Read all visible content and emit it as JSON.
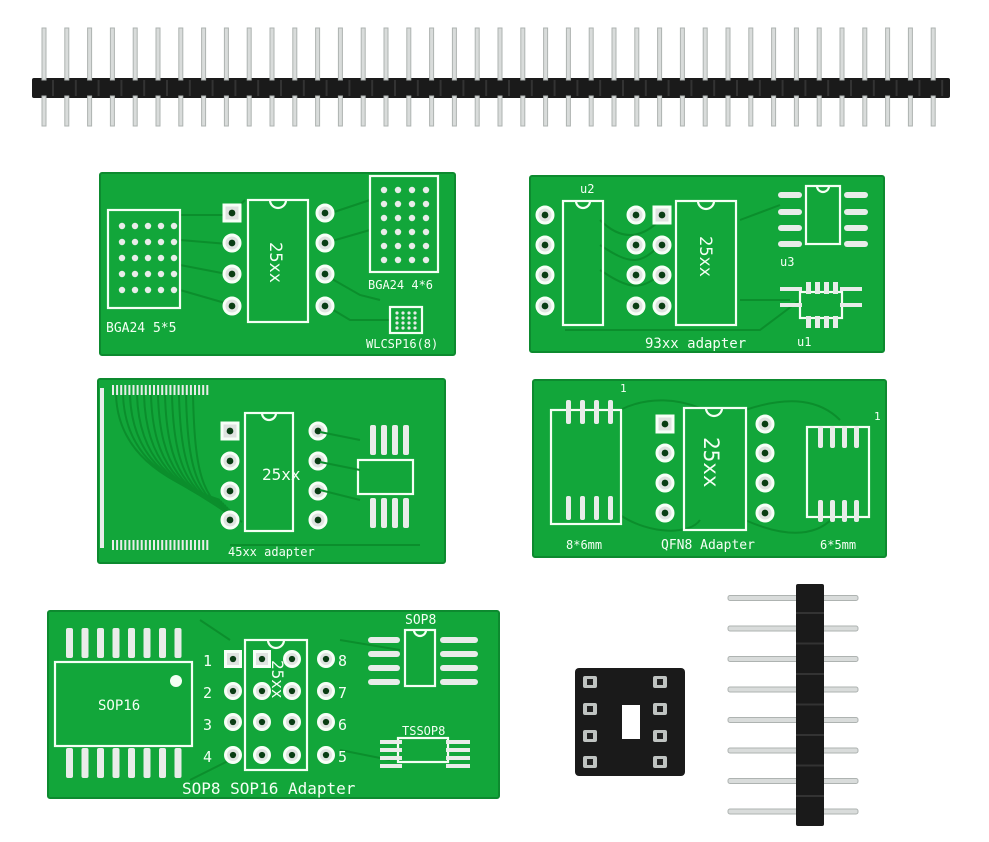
{
  "colors": {
    "pcb_green": "#12a63a",
    "silkscreen": "#f4fff4",
    "header_plastic": "#1a1a1a",
    "pin_metal": "#d9dcdb",
    "background": "#ffffff"
  },
  "boards": {
    "bga": {
      "chip": "25xx",
      "label_left": "BGA24 5*5",
      "label_right": "BGA24 4*6",
      "label_wlcsp": "WLCSP16(8)"
    },
    "adapter93": {
      "u2": "u2",
      "chip": "25xx",
      "u3": "u3",
      "u1": "u1",
      "title": "93xx adapter"
    },
    "adapter45": {
      "chip": "25xx",
      "title": "45xx adapter"
    },
    "qfn8": {
      "pin1_left": "1",
      "pin1_right": "1",
      "chip": "25xx",
      "label_left": "8*6mm",
      "title": "QFN8 Adapter",
      "label_right": "6*5mm"
    },
    "sop8": {
      "sop16": "SOP16",
      "sop8": "SOP8",
      "tssop8": "TSSOP8",
      "chip": "25xx",
      "pins_left": [
        "1",
        "2",
        "3",
        "4"
      ],
      "pins_right": [
        "8",
        "7",
        "6",
        "5"
      ],
      "title": "SOP8 SOP16 Adapter"
    }
  }
}
